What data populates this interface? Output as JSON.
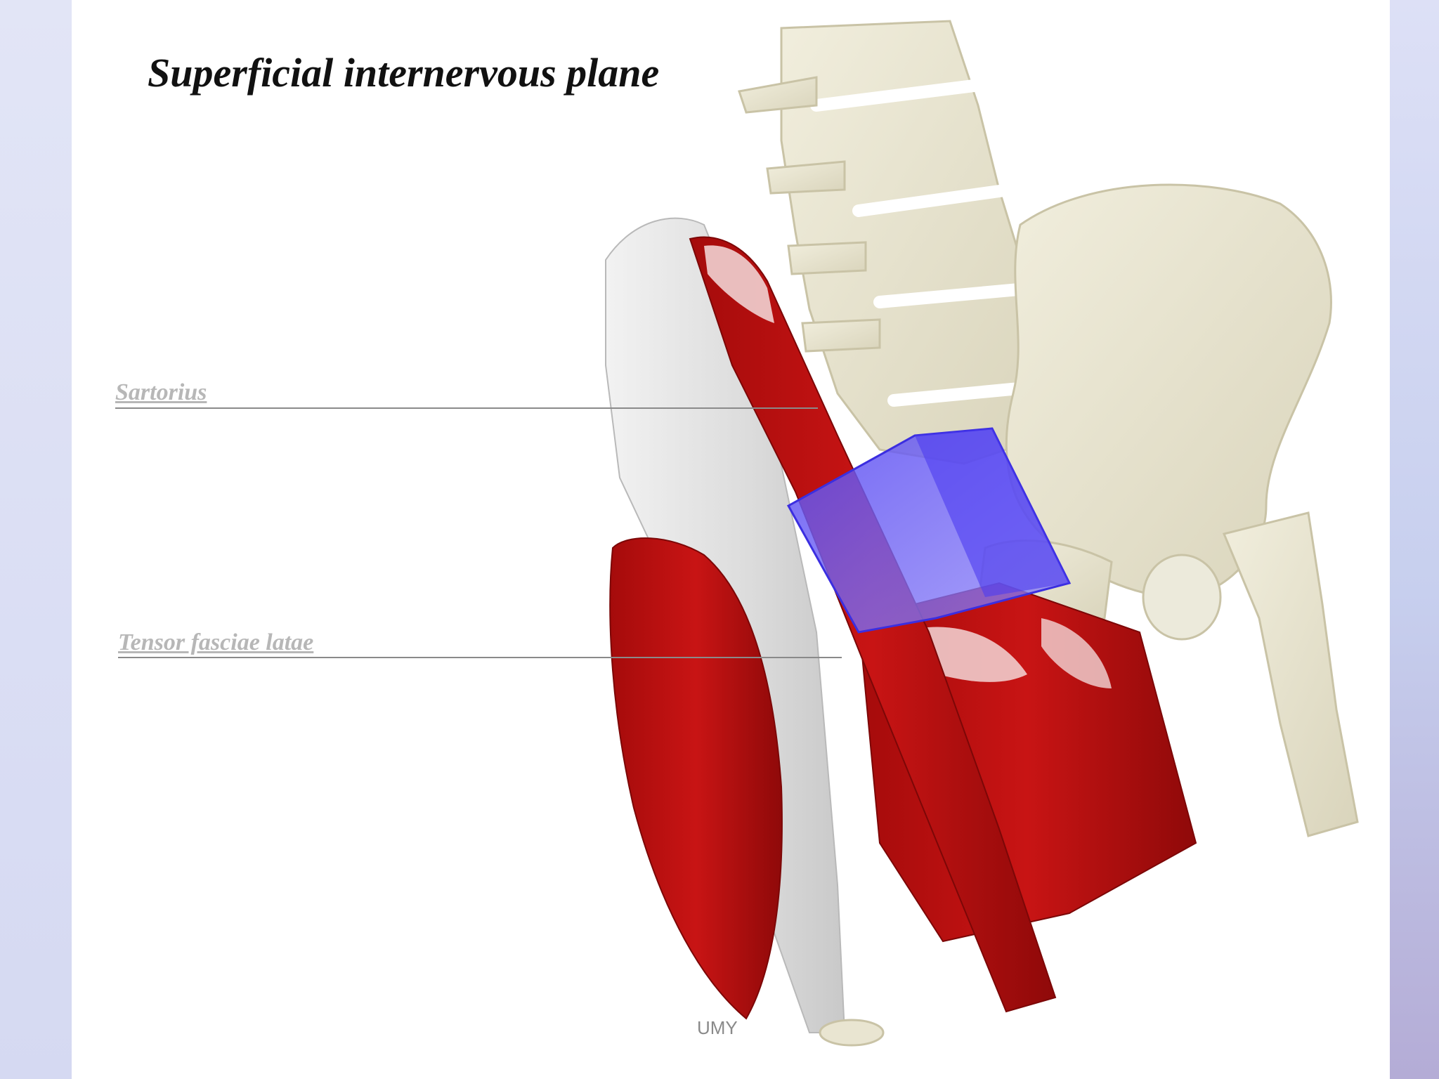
{
  "slide": {
    "title": "Superficial internervous plane",
    "footer": "UMY"
  },
  "labels": {
    "sartorius": "Sartorius",
    "tensor_fasciae_latae": "Tensor fasciae latae"
  },
  "colors": {
    "muscle": "#b80d0d",
    "tendon": "#e4e4e4",
    "bone": "#e9e5d1",
    "plane_highlight": "#6b5cf0",
    "label_text": "#b7b7b7"
  }
}
